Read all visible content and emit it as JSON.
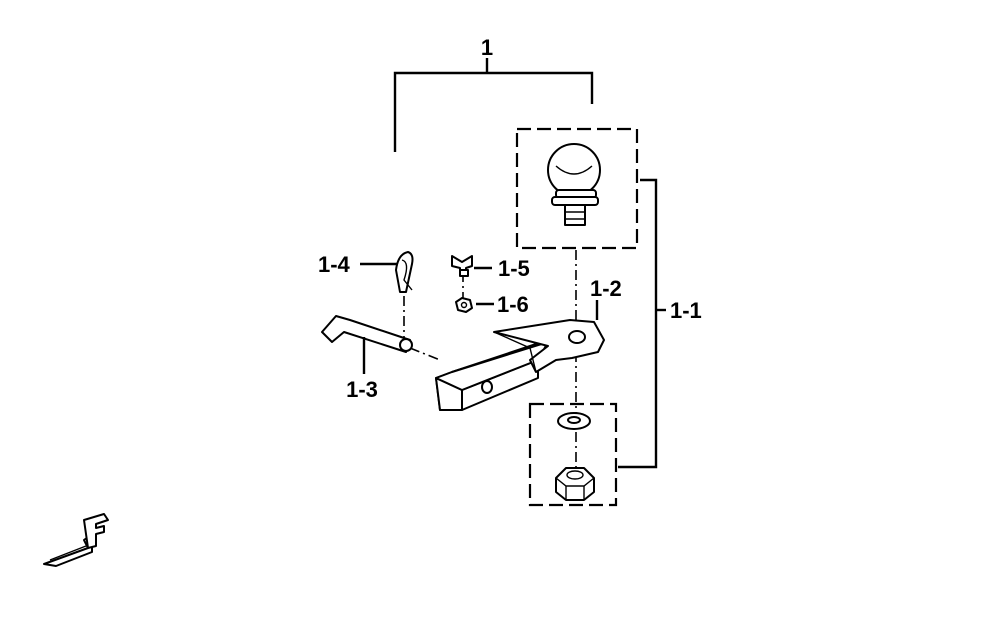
{
  "labels": {
    "assembly": "1",
    "ball_assembly": "1-1",
    "drawbar": "1-2",
    "hitch_pin": "1-3",
    "cotter_pin": "1-4",
    "wing_bolt": "1-5",
    "nut_small": "1-6"
  },
  "front_marker": "F",
  "colors": {
    "line": "#000000",
    "background": "#ffffff"
  }
}
